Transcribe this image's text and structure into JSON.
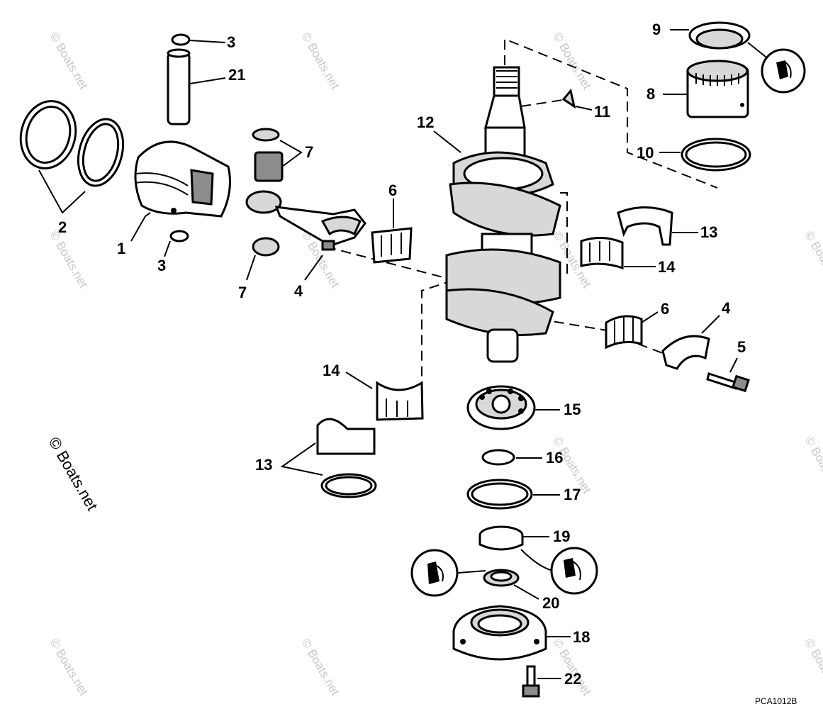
{
  "diagram": {
    "drawing_code": "PCA1012B",
    "copyright": "© Boats.net",
    "callouts": {
      "c1": "1",
      "c2": "2",
      "c3a": "3",
      "c3b": "3",
      "c4a": "4",
      "c4b": "4",
      "c5": "5",
      "c6a": "6",
      "c6b": "6",
      "c7a": "7",
      "c7b": "7",
      "c8": "8",
      "c9": "9",
      "c10": "10",
      "c11": "11",
      "c12": "12",
      "c13a": "13",
      "c13b": "13",
      "c14a": "14",
      "c14b": "14",
      "c15": "15",
      "c16": "16",
      "c17": "17",
      "c18": "18",
      "c19": "19",
      "c20": "20",
      "c21": "21",
      "c22": "22"
    }
  },
  "icons": [
    "sealant-tube-icon",
    "sealant-tube-icon",
    "sealant-tube-icon"
  ],
  "colors": {
    "line": "#000000",
    "watermark": "#c8c8c8",
    "shade": "#d8d8d8"
  }
}
